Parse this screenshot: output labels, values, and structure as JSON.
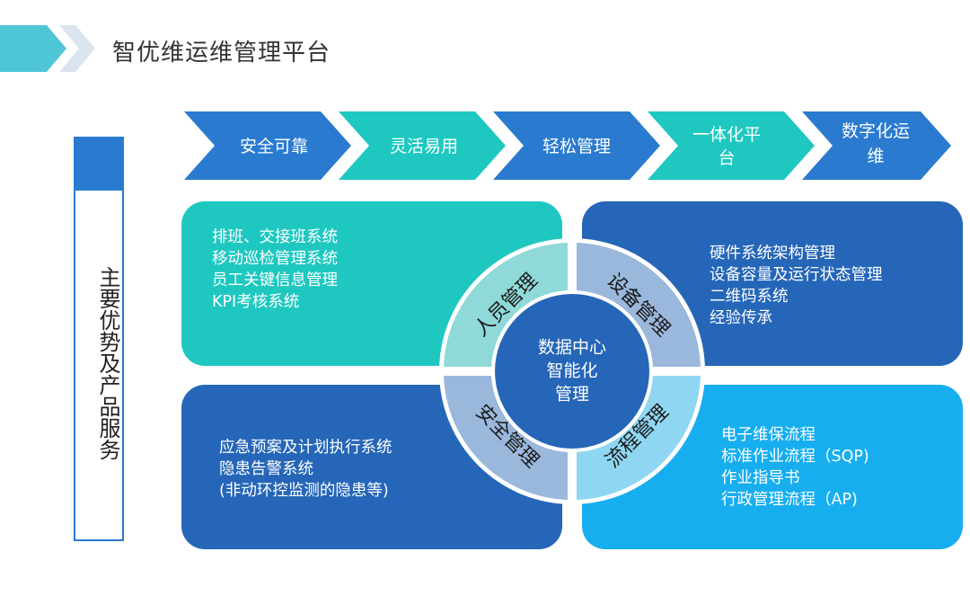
{
  "header": {
    "title": "智优维运维管理平台"
  },
  "side_label": "主要优势及产品服务",
  "chevrons": [
    {
      "line1": "安全可靠",
      "line2": "",
      "color": "#2a7bd0"
    },
    {
      "line1": "灵活易用",
      "line2": "",
      "color": "#1ec8c0"
    },
    {
      "line1": "轻松管理",
      "line2": "",
      "color": "#2a7bd0"
    },
    {
      "line1": "一体化平",
      "line2": "台",
      "color": "#1ec8c0"
    },
    {
      "line1": "数字化运",
      "line2": "维",
      "color": "#2a7bd0"
    }
  ],
  "panels": {
    "top_left": [
      "排班、交接班系统",
      "移动巡检管理系统",
      "员工关键信息管理",
      "KPI考核系统"
    ],
    "top_right": [
      "硬件系统架构管理",
      "设备容量及运行状态管理",
      "二维码系统",
      "经验传承"
    ],
    "bottom_left": [
      "应急预案及计划执行系统",
      "隐患告警系统",
      "(非动环控监测的隐患等)"
    ],
    "bottom_right": [
      "电子维保流程",
      "标准作业流程（SQP)",
      "作业指导书",
      "行政管理流程（AP)"
    ]
  },
  "ring": {
    "top_left": "人员管理",
    "top_right": "设备管理",
    "bottom_left": "安全管理",
    "bottom_right": "流程管理"
  },
  "center": {
    "line1": "数据中心",
    "line2": "智能化",
    "line3": "管理"
  },
  "colors": {
    "blue": "#2a7bd0",
    "teal": "#1ec8c0",
    "dark_blue": "#2566b8",
    "light_blue": "#17aef0"
  }
}
